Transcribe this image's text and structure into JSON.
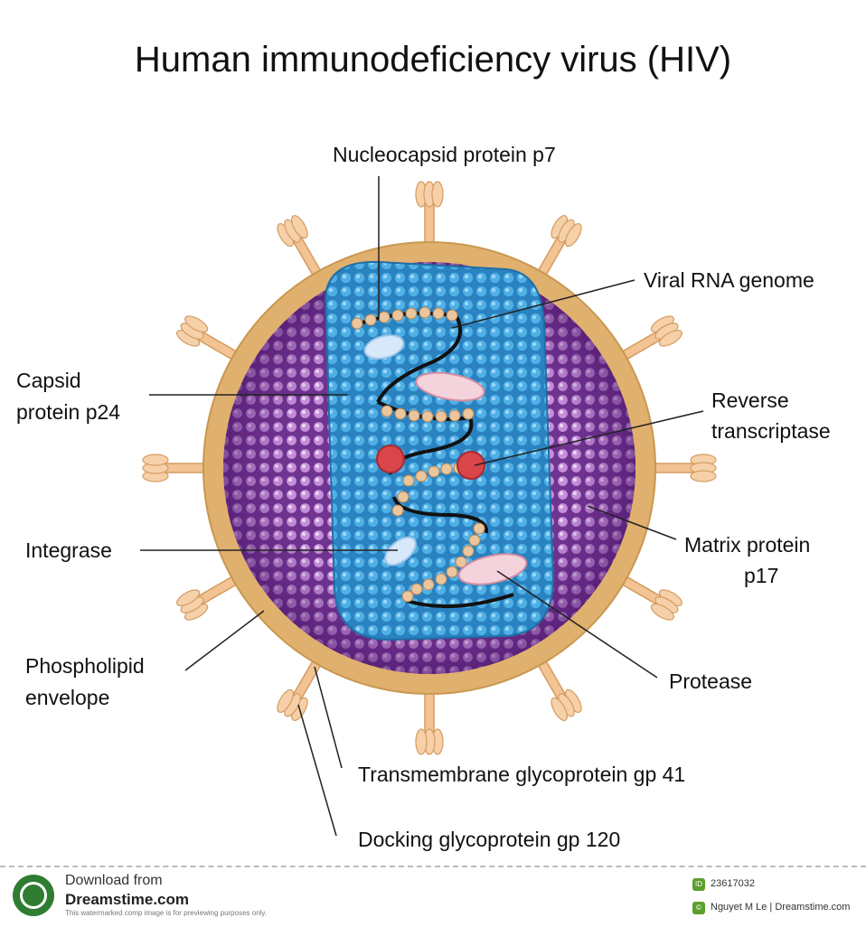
{
  "title": "Human immunodeficiency virus (HIV)",
  "labels": {
    "nucleocapsid": "Nucleocapsid protein p7",
    "rna": "Viral RNA genome",
    "capsid_1": "Capsid",
    "capsid_2": "protein p24",
    "rt_1": "Reverse",
    "rt_2": "transcriptase",
    "integrase": "Integrase",
    "matrix_1": "Matrix protein",
    "matrix_2": "p17",
    "phospholipid_1": "Phospholipid",
    "phospholipid_2": "envelope",
    "protease": "Protease",
    "gp41": "Transmembrane glycoprotein gp 41",
    "gp120": "Docking glycoprotein gp 120"
  },
  "footer": {
    "download": "Download from",
    "site": "Dreamstime.com",
    "note": "This watermarked comp image is for previewing purposes only.",
    "id_tag": "ID",
    "id": "23617032",
    "author": "Nguyet M Le  | Dreamstime.com"
  },
  "colors": {
    "envelope": "#e3b574",
    "matrix": "#7b3a9a",
    "capsid": "#3a9fd6",
    "spike": "#f4c89b",
    "rna_bead": "#e9c49c",
    "enzyme_red": "#d9454a",
    "enzyme_pink": "#f2c8d4",
    "enzyme_blue": "#cfe3f7"
  }
}
